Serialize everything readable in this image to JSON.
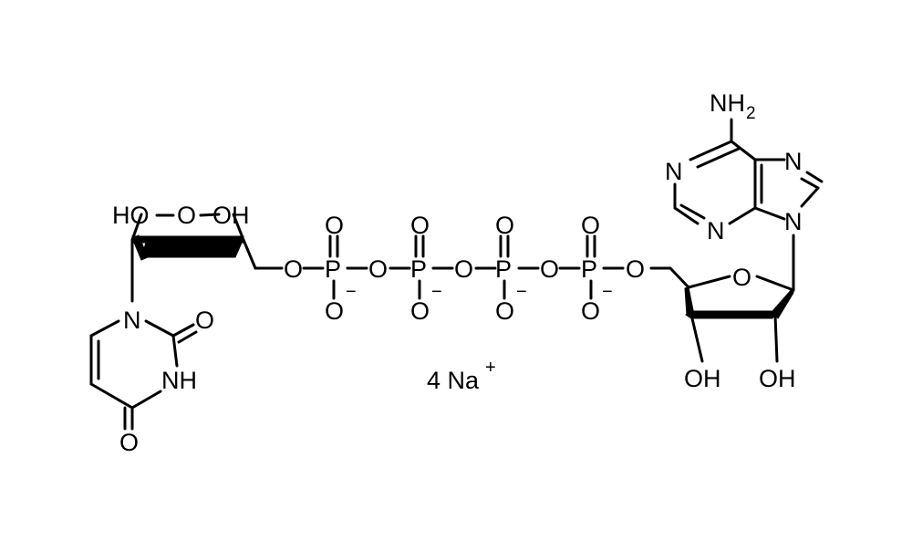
{
  "structure": {
    "labels": {
      "nh2": "NH",
      "nh2_sub": "2",
      "n_purine_1": "N",
      "n_purine_2": "N",
      "n_purine_3": "N",
      "n_purine_9": "N",
      "ho_left": "HO",
      "o_ring_left": "O",
      "oh_top": "OH",
      "o_bridge_1": "O",
      "o_bridge_2": "O",
      "o_bridge_3": "O",
      "o_bridge_4": "O",
      "o_bridge_5": "O",
      "p1": "P",
      "p2": "P",
      "p3": "P",
      "p4": "P",
      "o_double_1": "O",
      "o_double_2": "O",
      "o_double_3": "O",
      "o_double_4": "O",
      "o_minus_1": "O",
      "o_minus_2": "O",
      "o_minus_3": "O",
      "o_minus_4": "O",
      "minus_1": "−",
      "minus_2": "−",
      "minus_3": "−",
      "minus_4": "−",
      "o_ring_right": "O",
      "oh_right_1": "OH",
      "oh_right_2": "OH",
      "n_uracil_1": "N",
      "o_uracil_2": "O",
      "nh_uracil": "NH",
      "o_uracil_4": "O",
      "counterion": "4 Na",
      "counterion_charge": "+"
    }
  }
}
